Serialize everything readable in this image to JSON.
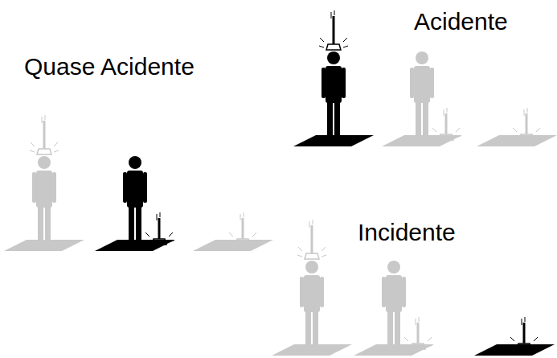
{
  "diagram": {
    "labels": [
      "Quase Acidente",
      "Acidente",
      "Incidente"
    ]
  }
}
